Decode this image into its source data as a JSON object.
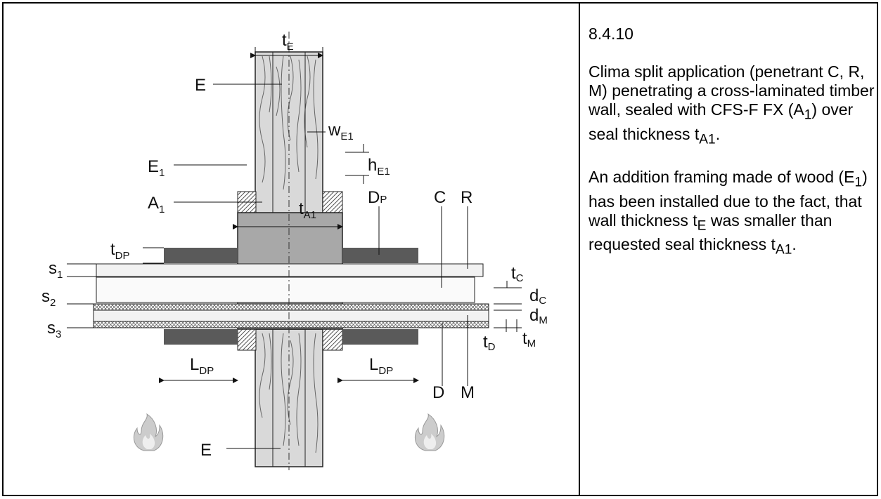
{
  "section_number": "8.4.10",
  "paragraph1": {
    "prefix": "Clima split application (penetrant C, R, M) penetrating a cross-laminated timber wall, sealed with CFS-F FX (A",
    "sub1": "1",
    "mid": ") over seal thickness t",
    "sub2": "A1",
    "end": "."
  },
  "paragraph2": {
    "p1": "An addition framing made of wood (E",
    "s1": "1",
    "p2": ") has been installed due to the fact, that wall thickness t",
    "s2": "E",
    "p3": " was smaller than requested seal thickness t",
    "s3": "A1",
    "p4": "."
  },
  "figure_labels": {
    "tE": {
      "main": "t",
      "sub": "E"
    },
    "E_top": "E",
    "E_bottom": "E",
    "wE1": {
      "main": "w",
      "sub": "E1"
    },
    "E1": {
      "main": "E",
      "sub": "1"
    },
    "hE1": {
      "main": "h",
      "sub": "E1"
    },
    "A1": {
      "main": "A",
      "sub": "1"
    },
    "tA1": {
      "main": "t",
      "sub": "A1"
    },
    "DP": {
      "main": "D",
      "sub": "P"
    },
    "C": "C",
    "R": "R",
    "tDP": {
      "main": "t",
      "sub": "DP"
    },
    "tC": {
      "main": "t",
      "sub": "C"
    },
    "s1": {
      "main": "s",
      "sub": "1"
    },
    "s2": {
      "main": "s",
      "sub": "2"
    },
    "s3": {
      "main": "s",
      "sub": "3"
    },
    "dC": {
      "main": "d",
      "sub": "C"
    },
    "dM": {
      "main": "d",
      "sub": "M"
    },
    "tD": {
      "main": "t",
      "sub": "D"
    },
    "tM": {
      "main": "t",
      "sub": "M"
    },
    "LDP_left": {
      "main": "L",
      "sub": "DP"
    },
    "LDP_right": {
      "main": "L",
      "sub": "DP"
    },
    "D": "D",
    "M": "M"
  },
  "icons": [
    "fire-icon",
    "fire-icon"
  ],
  "colors": {
    "wall_wood": "#d4d4d4",
    "seal": "#a8a8a8",
    "padding": "#5a5a5a",
    "pipe": "#f2f2f2"
  }
}
